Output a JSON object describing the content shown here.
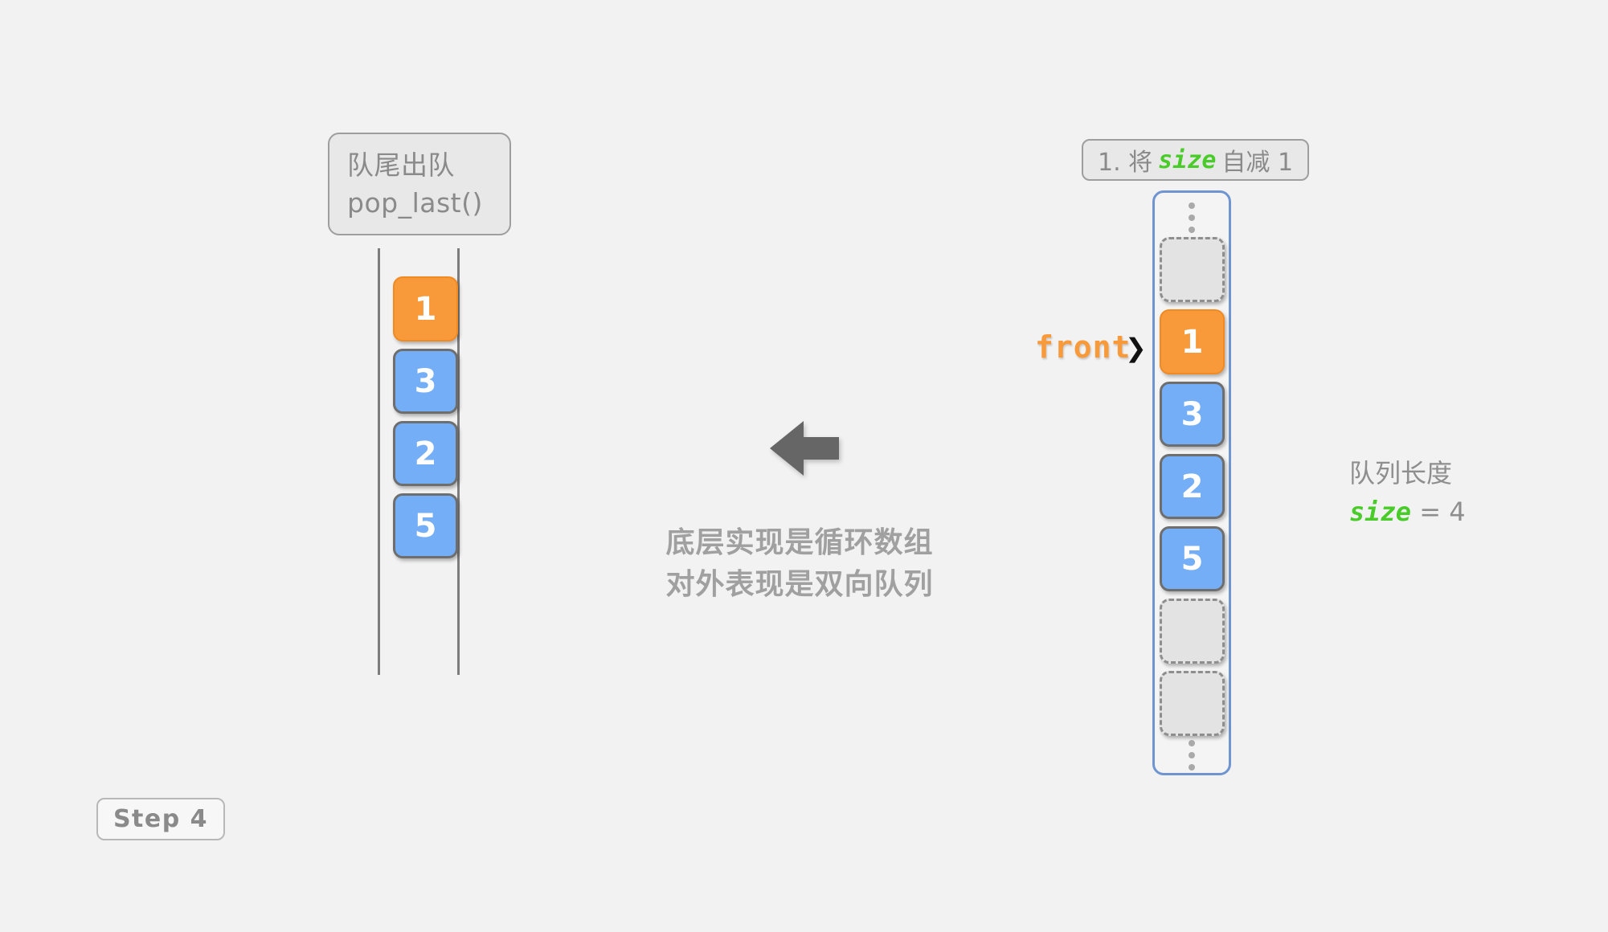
{
  "operation_label": {
    "line1": "队尾出队",
    "line2": "pop_last()"
  },
  "step_note": {
    "prefix": "1. 将",
    "keyword": "size",
    "suffix": "自减 1"
  },
  "step_badge": {
    "label": "Step 4"
  },
  "caption": {
    "line1": "底层实现是循环数组",
    "line2": "对外表现是双向队列"
  },
  "front_pointer": {
    "label": "front",
    "caret": "❯"
  },
  "size_note": {
    "title": "队列长度",
    "keyword": "size",
    "equals": "= 4"
  },
  "colors": {
    "orange": "#f89a3a",
    "blue": "#74aef6",
    "green": "#49cc2a",
    "gray_text": "#8a8a8a",
    "array_border": "#6f95d1",
    "background": "#f2f2f2"
  },
  "deque_view": {
    "cells": [
      {
        "value": "1",
        "kind": "orange"
      },
      {
        "value": "3",
        "kind": "blue"
      },
      {
        "value": "2",
        "kind": "blue"
      },
      {
        "value": "5",
        "kind": "blue"
      }
    ]
  },
  "array_view": {
    "slots": [
      {
        "value": "",
        "kind": "empty"
      },
      {
        "value": "1",
        "kind": "orange"
      },
      {
        "value": "3",
        "kind": "blue"
      },
      {
        "value": "2",
        "kind": "blue"
      },
      {
        "value": "5",
        "kind": "blue"
      },
      {
        "value": "",
        "kind": "empty"
      },
      {
        "value": "",
        "kind": "empty"
      }
    ]
  }
}
